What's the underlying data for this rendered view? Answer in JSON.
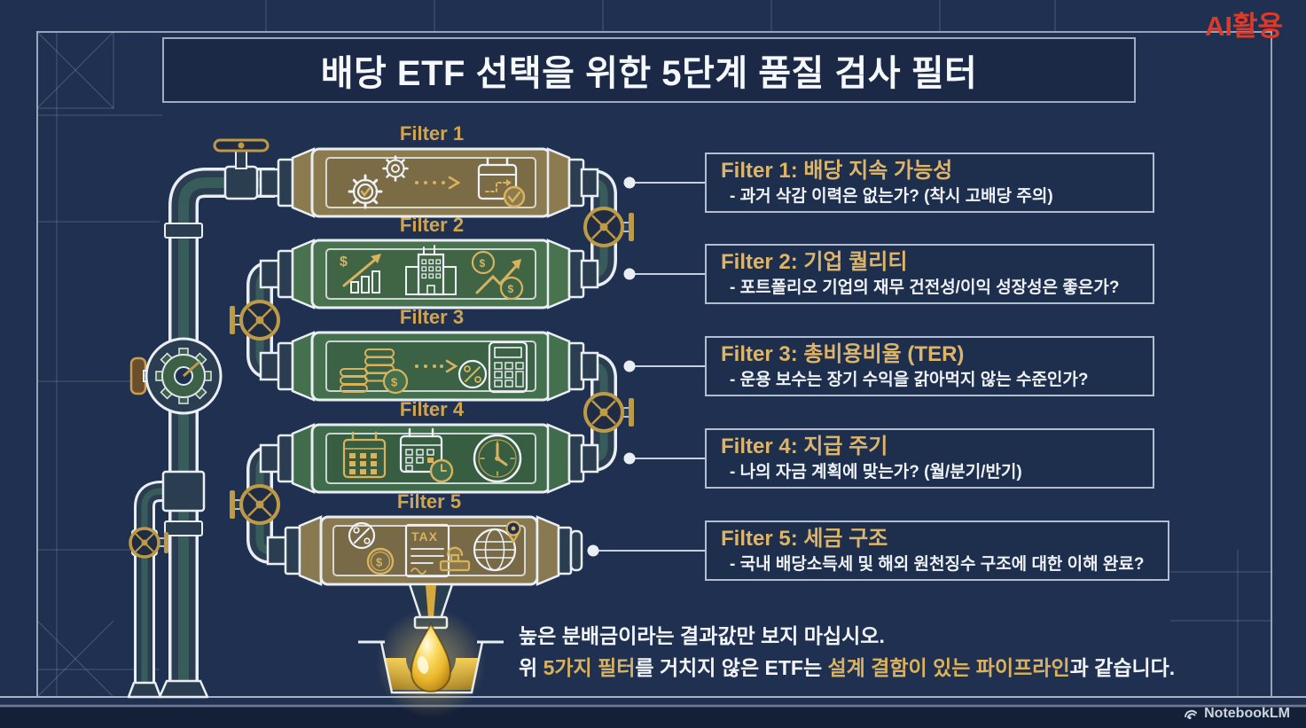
{
  "title": "배당 ETF 선택을 위한 5단계 품질 검사 필터",
  "watermark": "AI활용",
  "brand": {
    "name": "NotebookLM"
  },
  "filters": [
    {
      "pipe_label": "Filter 1",
      "heading": "Filter 1: 배당 지속 가능성",
      "detail": "- 과거 삭감 이력은 없는가? (착시 고배당 주의)",
      "body_color": "#8d7b50",
      "icons": [
        "gears-check-icon",
        "dotted-arrow-icon",
        "calendar-check-icon"
      ]
    },
    {
      "pipe_label": "Filter 2",
      "heading": "Filter 2: 기업 퀄리티",
      "detail": "- 포트폴리오 기업의 재무 건전성/이익 성장성은 좋은가?",
      "body_color": "#49734f",
      "icons": [
        "dollar-growth-chart-icon",
        "office-building-icon",
        "coins-uptrend-icon"
      ]
    },
    {
      "pipe_label": "Filter 3",
      "heading": "Filter 3: 총비용비율 (TER)",
      "detail": "- 운용 보수는 장기 수익을 갉아먹지 않는 수준인가?",
      "body_color": "#44704e",
      "icons": [
        "coin-stacks-icon",
        "dotted-arrow-icon",
        "percent-calculator-icon"
      ]
    },
    {
      "pipe_label": "Filter 4",
      "heading": "Filter 4: 지급 주기",
      "detail": "- 나의 자금 계획에 맞는가? (월/분기/반기)",
      "body_color": "#406c4b",
      "icons": [
        "calendar-grid-icon",
        "calendar-clock-icon",
        "clock-icon"
      ]
    },
    {
      "pipe_label": "Filter 5",
      "heading": "Filter 5: 세금 구조",
      "detail": "- 국내 배당소득세 및 해외 원천징수 구조에 대한 이해 완료?",
      "body_color": "#897950",
      "icons": [
        "percent-coin-icon",
        "tax-document-stamp-icon",
        "globe-pin-icon"
      ]
    }
  ],
  "conclusion": {
    "line1": "높은 분배금이라는 결과값만 보지 마십시오.",
    "line2": {
      "pre": "위 ",
      "highlight1": "5가지 필터",
      "mid": "를 거치지 않은 ETF는 ",
      "highlight2": "설계 결함이 있는 파이프라인",
      "post": "과 같습니다."
    }
  },
  "colors": {
    "background": "#203050",
    "panel": "#1b2946",
    "frame_line": "#9fabc0",
    "gold_label": "#cfa452",
    "gold_heading": "#dcb56a",
    "white_text": "#f2f5f9",
    "watermark_red": "#df3a28",
    "pipe_outline": "#e9eef4",
    "pipe_fill": "#2b3e51",
    "pipe_liquid": "#3f6a61",
    "valve_gold": "#bd9a46",
    "filter1_body": "#8d7b50",
    "filter2_body": "#49734f",
    "filter3_body": "#44704e",
    "filter4_body": "#406c4b",
    "filter5_body": "#897950",
    "droplet_gold": "#f7cf4e"
  }
}
